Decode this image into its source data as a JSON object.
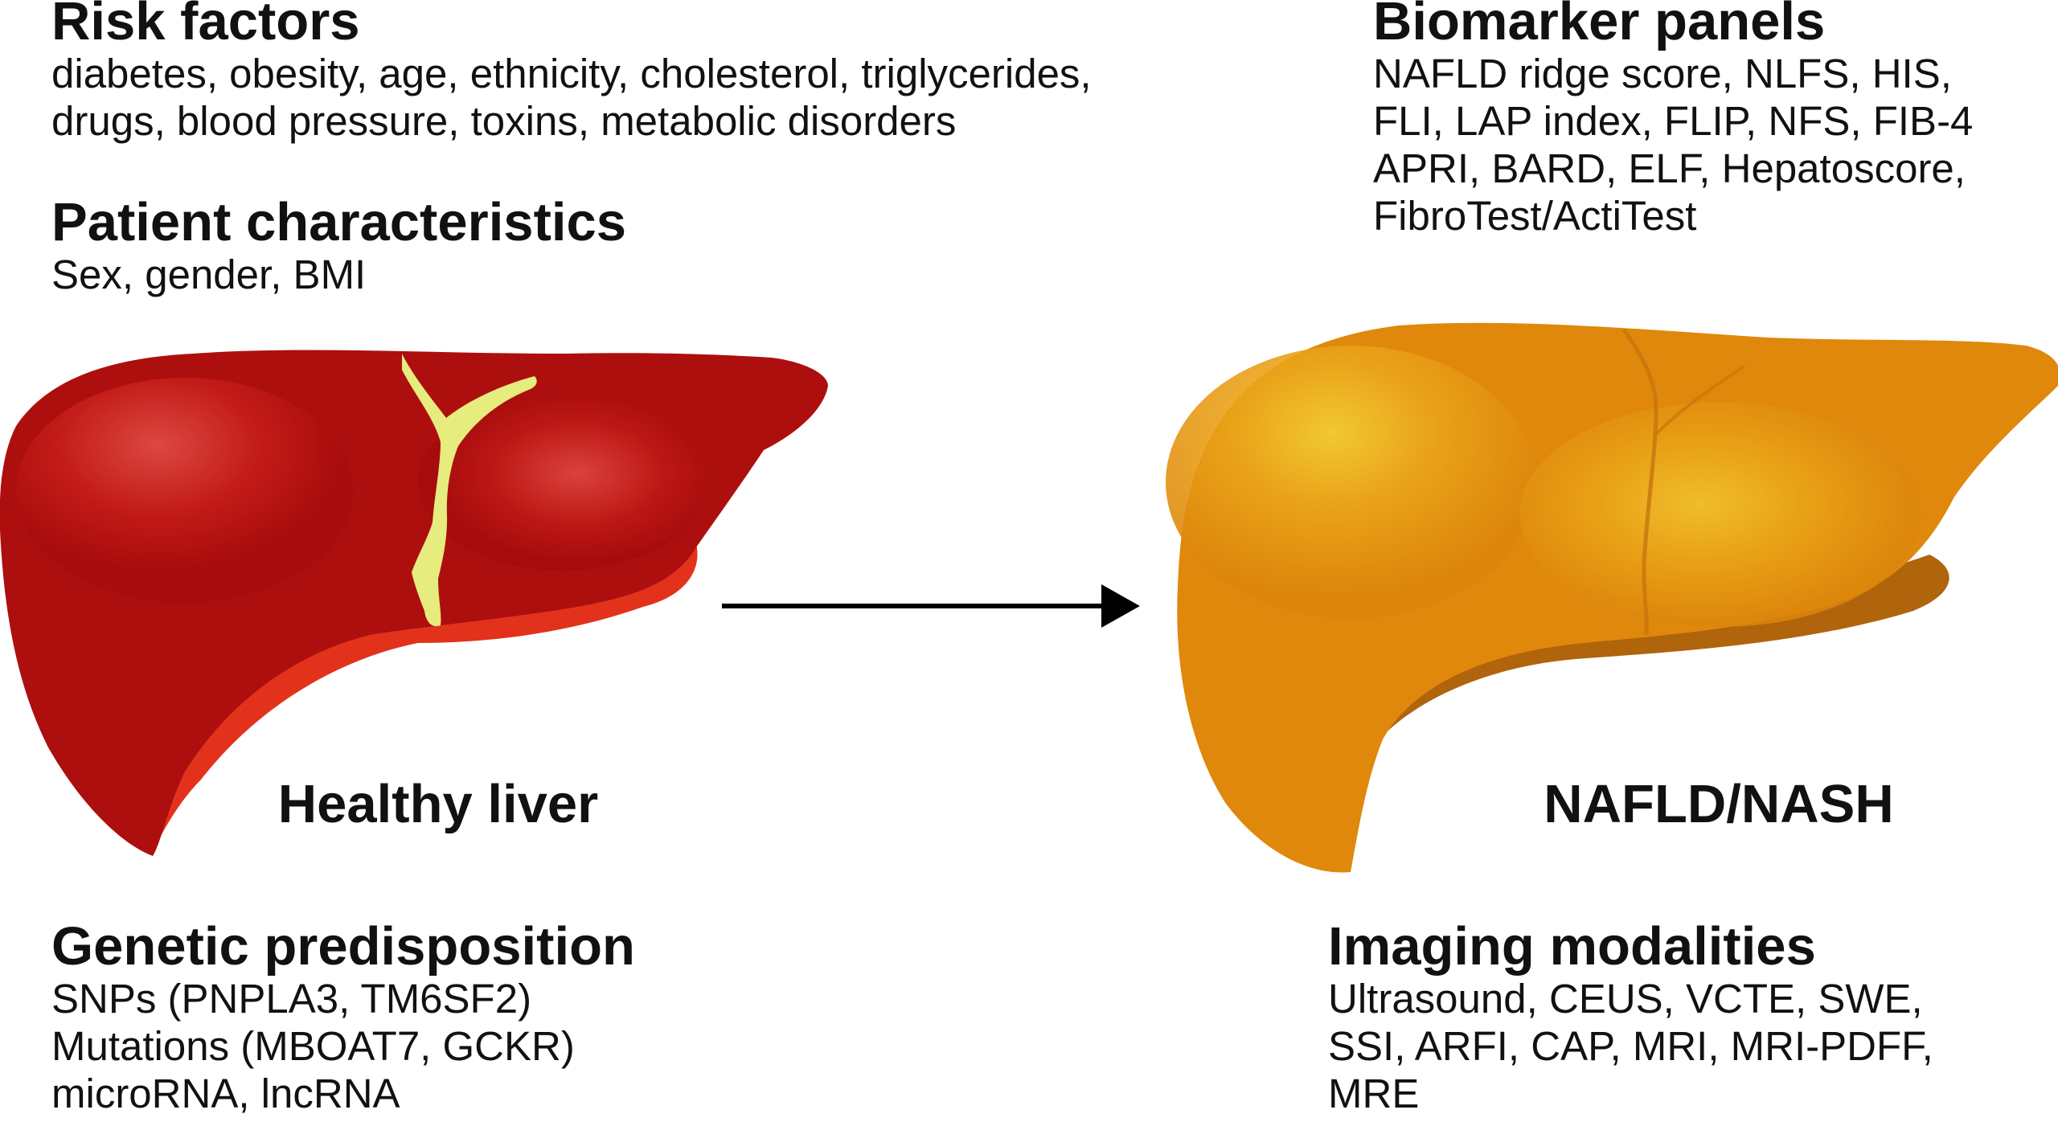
{
  "risk_factors": {
    "heading": "Risk factors",
    "lines": [
      "diabetes, obesity, age, ethnicity, cholesterol, triglycerides,",
      "drugs, blood pressure, toxins, metabolic disorders"
    ]
  },
  "patient_characteristics": {
    "heading": "Patient characteristics",
    "lines": [
      "Sex, gender, BMI"
    ]
  },
  "biomarker_panels": {
    "heading": "Biomarker panels",
    "lines": [
      "NAFLD ridge score, NLFS, HIS,",
      "FLI, LAP index, FLIP, NFS, FIB-4",
      "APRI, BARD, ELF, Hepatoscore,",
      "FibroTest/ActiTest"
    ]
  },
  "genetic_predisposition": {
    "heading": "Genetic predisposition",
    "lines": [
      "SNPs (PNPLA3, TM6SF2)",
      "Mutations (MBOAT7, GCKR)",
      "microRNA, lncRNA"
    ]
  },
  "imaging_modalities": {
    "heading": "Imaging modalities",
    "lines": [
      "Ultrasound, CEUS, VCTE, SWE,",
      "SSI, ARFI, CAP, MRI, MRI-PDFF,",
      "MRE"
    ]
  },
  "livers": {
    "healthy_label": "Healthy liver",
    "diseased_label": "NAFLD/NASH"
  },
  "colors": {
    "healthy_main": "#b01210",
    "healthy_highlight": "#e2463f",
    "healthy_underside": "#e0301c",
    "gallbladder": "#e8ee80",
    "nafld_main": "#e08d0c",
    "nafld_highlight": "#f2c22c",
    "nafld_underside": "#b2650a",
    "arrow": "#000000"
  }
}
